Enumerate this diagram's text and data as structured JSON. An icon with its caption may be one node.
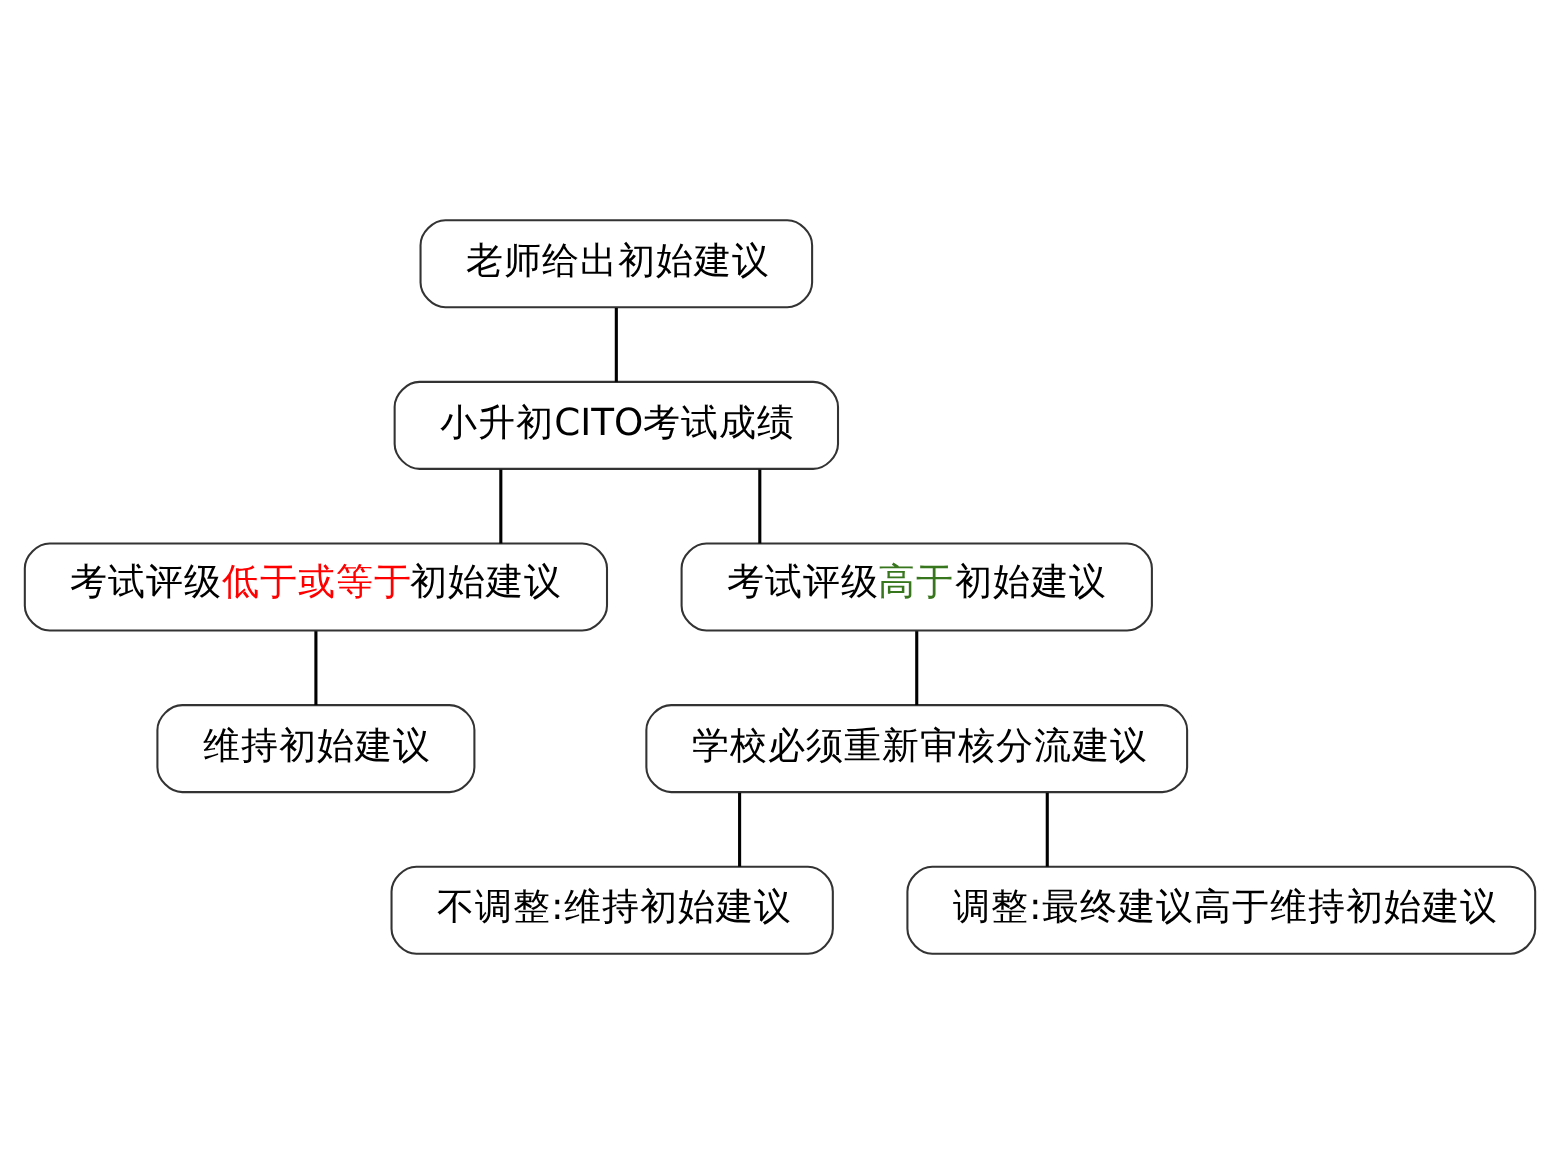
{
  "diagram": {
    "nodes": [
      {
        "text": [
          "老师给出初始建议"
        ]
      },
      {
        "text": [
          "小升初CITO考试成绩"
        ]
      },
      {
        "text": [
          "考试评级低于或等于初始建议"
        ]
      },
      {
        "text": [
          "考试评级高于初始建议"
        ]
      },
      {
        "text": [
          "维持初始建议"
        ]
      },
      {
        "text": [
          "学校必须重新审核分流建议"
        ]
      },
      {
        "text": [
          "不调整:维持初始建议"
        ]
      },
      {
        "text": [
          "调整:最终建议高于维持初始建议"
        ]
      }
    ],
    "edges": [
      {
        "from": 0,
        "to": 1,
        "arrow": "none"
      },
      {
        "from": 1,
        "to": 2,
        "arrow": "none"
      },
      {
        "from": 1,
        "to": 3,
        "arrow": "none"
      },
      {
        "from": 2,
        "to": 4,
        "arrow": "none"
      },
      {
        "from": 3,
        "to": 5,
        "arrow": "none"
      },
      {
        "from": 5,
        "to": 6,
        "arrow": "none"
      },
      {
        "from": 5,
        "to": 7,
        "arrow": "none"
      }
    ]
  }
}
